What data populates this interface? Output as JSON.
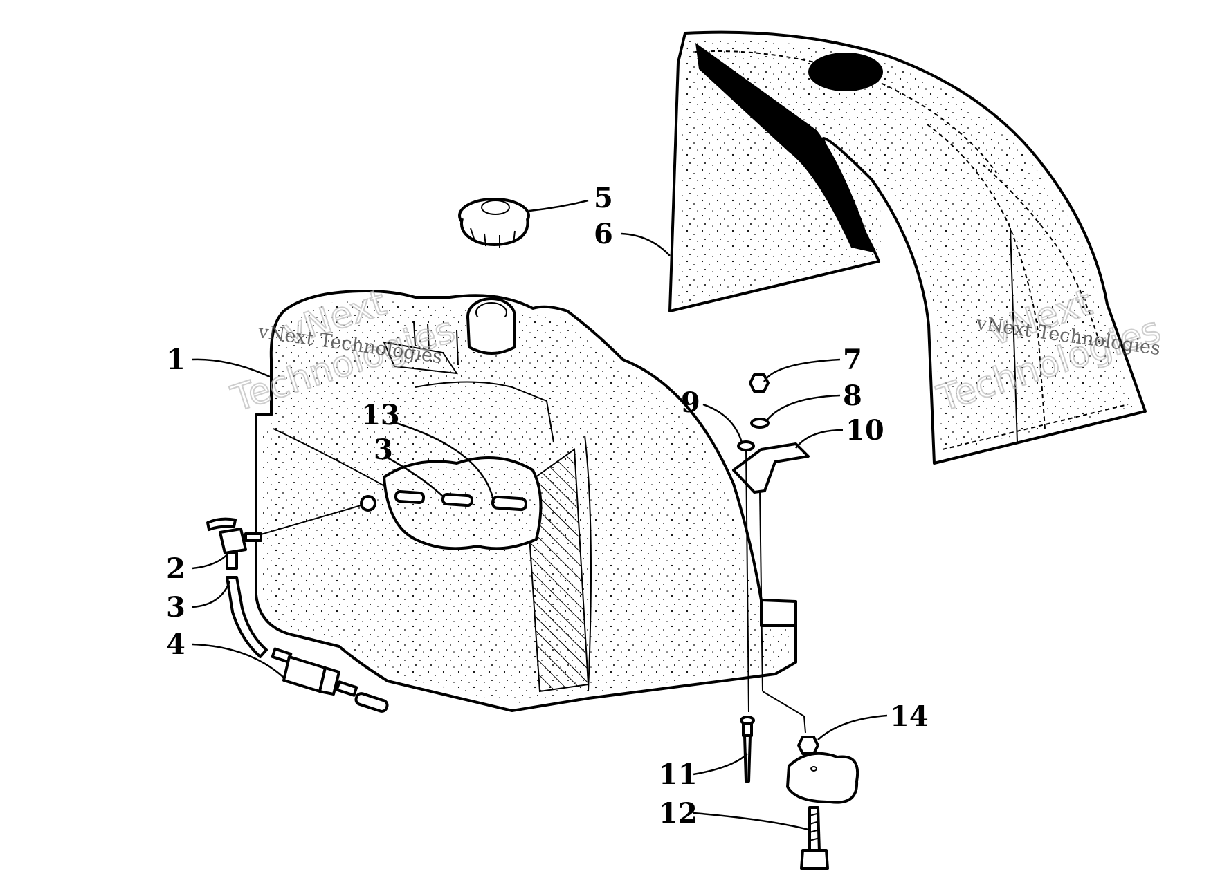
{
  "watermark": {
    "line1": "vNext",
    "line2": "Technologies",
    "inline": "vNext Technologies"
  },
  "callouts": [
    {
      "label": "1"
    },
    {
      "label": "2"
    },
    {
      "label": "3"
    },
    {
      "label": "4"
    },
    {
      "label": "5"
    },
    {
      "label": "6"
    },
    {
      "label": "7"
    },
    {
      "label": "8"
    },
    {
      "label": "9"
    },
    {
      "label": "10"
    },
    {
      "label": "11"
    },
    {
      "label": "12"
    },
    {
      "label": "13"
    },
    {
      "label": "3"
    },
    {
      "label": "14"
    }
  ]
}
